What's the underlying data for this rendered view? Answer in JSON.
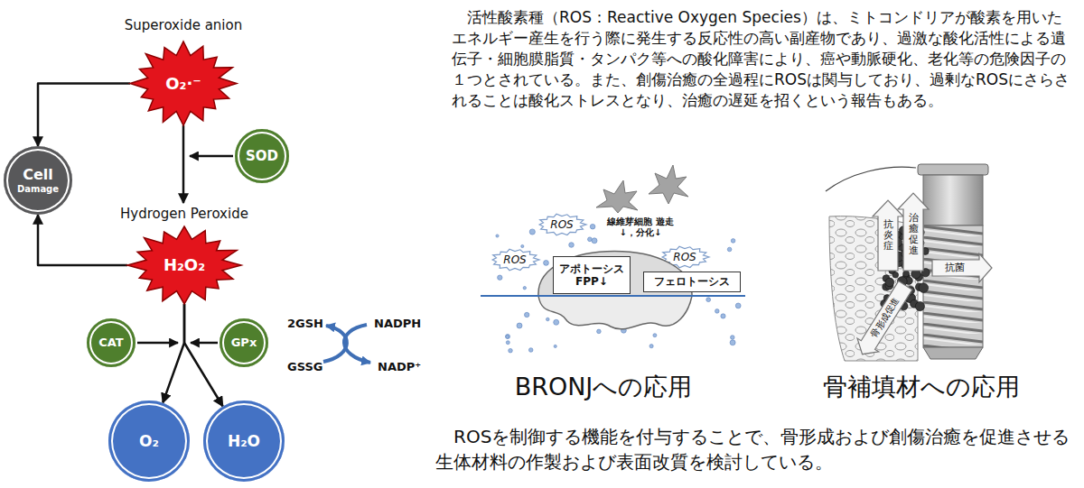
{
  "diagram": {
    "nodes": [
      {
        "text": [
          "Superoxide anion",
          "O₂·⁻"
        ]
      },
      {
        "text": [
          "SOD"
        ]
      },
      {
        "text": [
          "Cell",
          "Damage"
        ]
      },
      {
        "text": [
          "Hydrogen Peroxide",
          "H₂O₂"
        ]
      },
      {
        "text": [
          "CAT"
        ]
      },
      {
        "text": [
          "GPx"
        ]
      },
      {
        "text": [
          "O₂"
        ]
      },
      {
        "text": [
          "H₂O"
        ]
      },
      {
        "text": [
          "アポトーシス FPP↓"
        ]
      },
      {
        "text": [
          "フェロトーシス"
        ]
      }
    ],
    "edges": [
      {
        "from": 0,
        "to": 3,
        "arrow": "to"
      },
      {
        "from": 0,
        "to": 2,
        "arrow": "to"
      },
      {
        "from": 3,
        "to": 2,
        "arrow": "to"
      },
      {
        "from": 3,
        "to": 6,
        "arrow": "to"
      },
      {
        "from": 3,
        "to": 7,
        "arrow": "to"
      }
    ],
    "labels": [
      "　活性酸素種（ROS：Reactive Oxygen Species）は、ミトコンドリアが酸素を用いたエネルギー産生を行う際に発生する反応性の高い副産物であり、過激な酸化活性による遺伝子・細胞膜脂質・タンパク等への酸化障害により、癌や動脈硬化、老化等の危険因子の１つとされている。また、創傷治癒の全過程にROSは関与しており、過剰なROSにさらされることは酸化ストレスとなり、治癒の遅延を招くという報告もある。",
      "ROS",
      "ROS",
      "ROS",
      "線維芽細胞 遊走↓，分化↓",
      "抗炎症",
      "治癒促進",
      "抗菌",
      "骨形成促進",
      "BRONJへの応用",
      "骨補填材への応用",
      "　ROSを制御する機能を付与することで、骨形成および創傷治癒を促進させる生体材料の作製および表面改質を検討している。",
      "2GSH",
      "GSSG",
      "NADPH",
      "NADP⁺"
    ]
  }
}
